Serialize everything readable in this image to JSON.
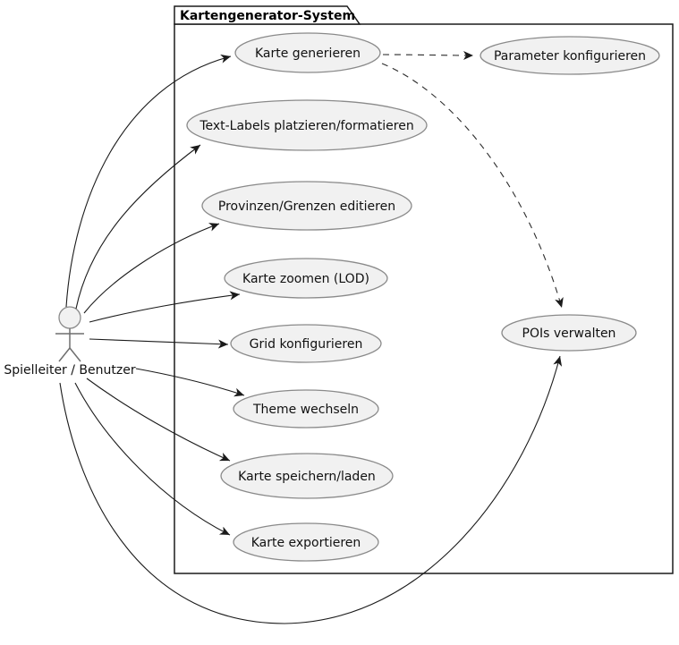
{
  "diagram": {
    "type": "uml-use-case",
    "system": {
      "label": "Kartengenerator-System"
    },
    "actor": {
      "label": "Spielleiter / Benutzer"
    },
    "usecases": [
      {
        "id": "karte-generieren",
        "label": "Karte generieren"
      },
      {
        "id": "parameter-konfigurieren",
        "label": "Parameter konfigurieren"
      },
      {
        "id": "text-labels-platzieren",
        "label": "Text-Labels platzieren/formatieren"
      },
      {
        "id": "provinzen-grenzen-editieren",
        "label": "Provinzen/Grenzen editieren"
      },
      {
        "id": "karte-zoomen-lod",
        "label": "Karte zoomen (LOD)"
      },
      {
        "id": "grid-konfigurieren",
        "label": "Grid konfigurieren"
      },
      {
        "id": "theme-wechseln",
        "label": "Theme wechseln"
      },
      {
        "id": "karte-speichern-laden",
        "label": "Karte speichern/laden"
      },
      {
        "id": "karte-exportieren",
        "label": "Karte exportieren"
      },
      {
        "id": "pois-verwalten",
        "label": "POIs verwalten"
      }
    ],
    "edges": [
      {
        "from": "actor",
        "to": "karte-generieren",
        "style": "solid"
      },
      {
        "from": "actor",
        "to": "text-labels-platzieren",
        "style": "solid"
      },
      {
        "from": "actor",
        "to": "provinzen-grenzen-editieren",
        "style": "solid"
      },
      {
        "from": "actor",
        "to": "karte-zoomen-lod",
        "style": "solid"
      },
      {
        "from": "actor",
        "to": "grid-konfigurieren",
        "style": "solid"
      },
      {
        "from": "actor",
        "to": "theme-wechseln",
        "style": "solid"
      },
      {
        "from": "actor",
        "to": "karte-speichern-laden",
        "style": "solid"
      },
      {
        "from": "actor",
        "to": "karte-exportieren",
        "style": "solid"
      },
      {
        "from": "actor",
        "to": "pois-verwalten",
        "style": "solid"
      },
      {
        "from": "karte-generieren",
        "to": "parameter-konfigurieren",
        "style": "dashed"
      },
      {
        "from": "karte-generieren",
        "to": "pois-verwalten",
        "style": "dashed"
      }
    ],
    "colors": {
      "background": "#ffffff",
      "ellipse_fill": "#f1f1f1",
      "ellipse_border": "#8a8a8a",
      "line": "#1b1b1b",
      "text": "#111111"
    }
  }
}
